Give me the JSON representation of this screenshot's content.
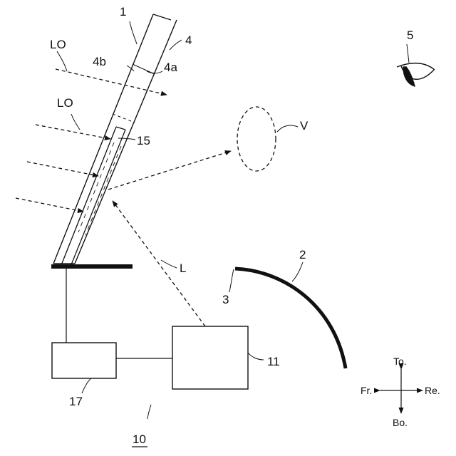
{
  "diagram": {
    "labels": {
      "ref_1": "1",
      "ref_4": "4",
      "ref_4a": "4a",
      "ref_4b": "4b",
      "ref_5": "5",
      "lo_top": "LO",
      "lo_mid": "LO",
      "ref_V": "V",
      "ref_15": "15",
      "ref_L": "L",
      "ref_2": "2",
      "ref_3": "3",
      "ref_11": "11",
      "ref_17": "17",
      "ref_10": "10"
    },
    "directions": {
      "top": "To.",
      "bottom": "Bo.",
      "front": "Fr.",
      "rear": "Re."
    }
  }
}
